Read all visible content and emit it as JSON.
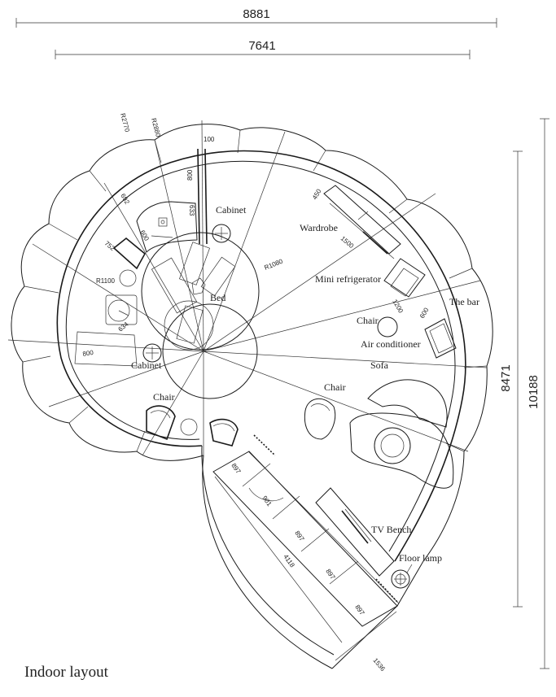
{
  "caption": "Indoor layout",
  "dimensions": {
    "overall_width": "8881",
    "inner_width": "7641",
    "overall_height": "10188",
    "inner_height": "8471"
  },
  "rooms": {
    "cabinet_top": "Cabinet",
    "wardrobe": "Wardrobe",
    "bed": "Bed",
    "mini_refrigerator": "Mini refrigerator",
    "the_bar": "The bar",
    "chair_center": "Chair",
    "air_conditioner": "Air conditioner",
    "sofa": "Sofa",
    "chair_right": "Chair",
    "cabinet_left": "Cabinet",
    "chair_left": "Chair",
    "tv_bench": "TV Bench",
    "floor_lamp": "Floor lamp"
  },
  "small_dims": {
    "r2880": "R2880",
    "r2770": "R2770",
    "d100": "100",
    "d800_top": "800",
    "d692": "692",
    "d633": "633",
    "d600_a": "600",
    "d752": "752",
    "d450": "450",
    "d1500": "1500",
    "r1080": "R1080",
    "d1200": "1200",
    "d600_b": "600",
    "r1100": "R1100",
    "d634": "634",
    "d800_left": "800",
    "d897_a": "897",
    "d901": "901",
    "d897_b": "897",
    "d897_c": "897",
    "d897_d": "897",
    "d4118": "4118",
    "d1536": "1536"
  }
}
